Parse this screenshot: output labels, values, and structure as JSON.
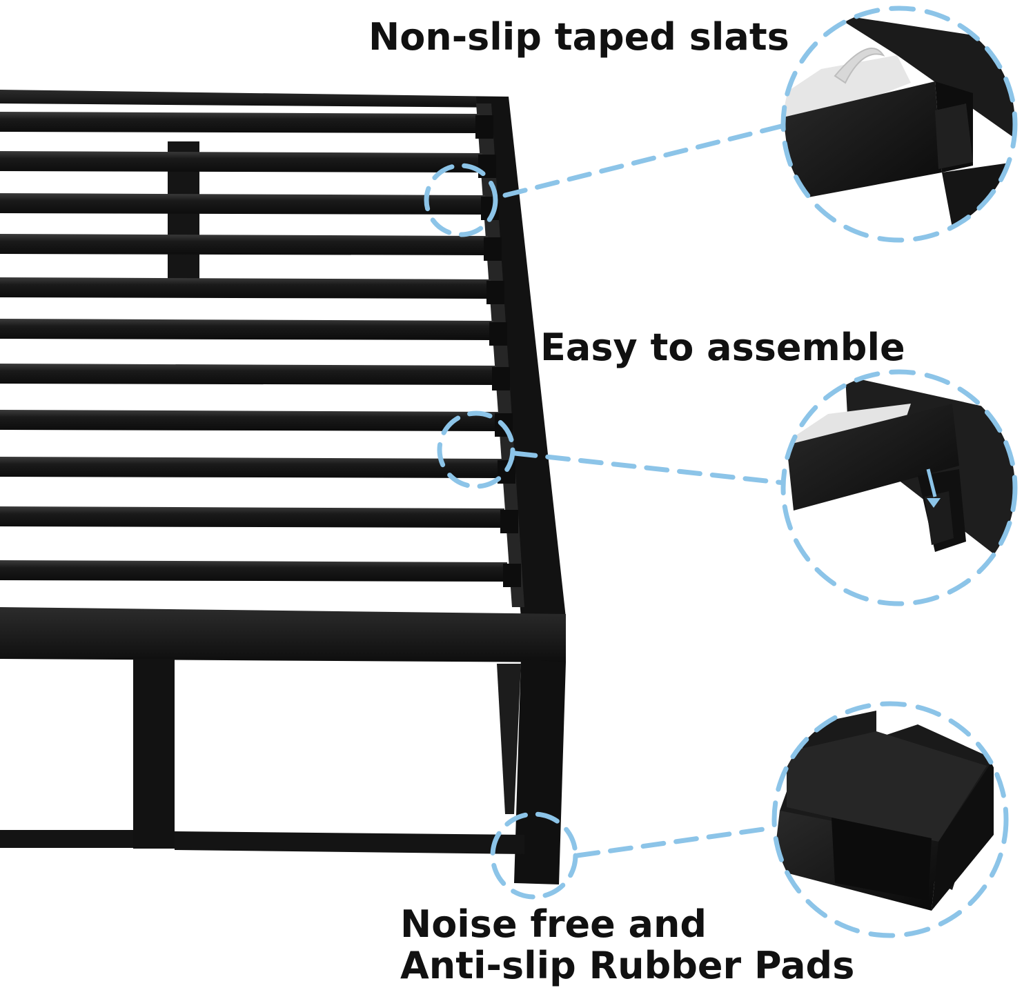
{
  "colors": {
    "callout_dash": "#8cc4e8",
    "frame_black": "#141414",
    "frame_highlight": "#3a3a3a",
    "tape_white": "#e6e6e6",
    "text": "#111111",
    "background": "#ffffff"
  },
  "callouts": [
    {
      "id": "slats",
      "label": "Non-slip taped slats",
      "icon": "slat-tape-closeup"
    },
    {
      "id": "assemble",
      "label": "Easy to assemble",
      "icon": "slat-hook-closeup"
    },
    {
      "id": "pads",
      "label_lines": [
        "Noise free and",
        "Anti-slip Rubber Pads"
      ],
      "icon": "rubber-pad-closeup"
    }
  ]
}
